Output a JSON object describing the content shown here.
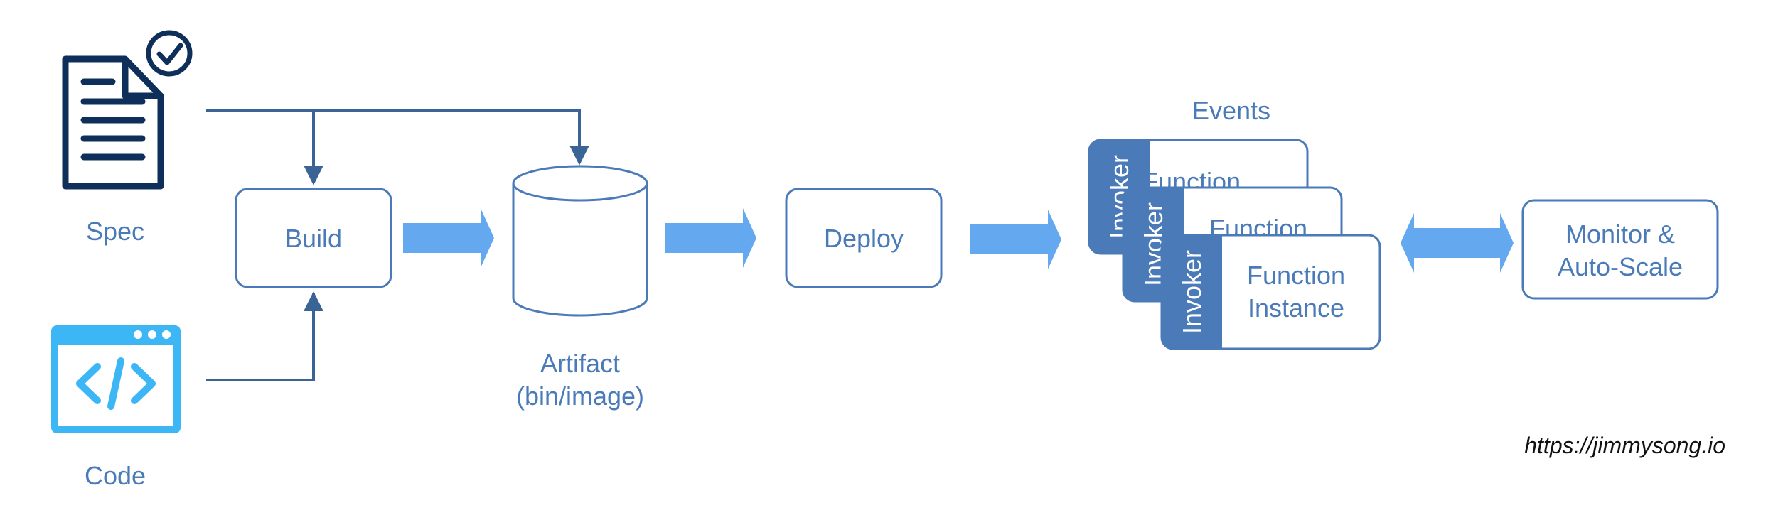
{
  "nodes": {
    "spec": {
      "label": "Spec"
    },
    "code": {
      "label": "Code"
    },
    "build": {
      "label": "Build"
    },
    "artifact": {
      "label_line1": "Artifact",
      "label_line2": "(bin/image)"
    },
    "deploy": {
      "label": "Deploy"
    },
    "events": {
      "label": "Events"
    },
    "instance_back": {
      "invoker": "Invoker",
      "function": "Function"
    },
    "instance_mid": {
      "invoker": "Invoker",
      "function": "Function"
    },
    "instance_front": {
      "invoker": "Invoker",
      "function_line1": "Function",
      "function_line2": "Instance"
    },
    "monitor": {
      "label_line1": "Monitor &",
      "label_line2": "Auto-Scale"
    }
  },
  "watermark": "https://jimmysong.io",
  "icons": {
    "spec": "document-check-icon",
    "code": "code-window-icon"
  },
  "colors": {
    "label": "#4a7bb8",
    "box_stroke": "#4a7bb8",
    "flow_arrow": "#64a8f0",
    "connector": "#3a6396",
    "document": "#0e2f5a",
    "code_window": "#3db6f5",
    "invoker": "#4a7bb8"
  }
}
